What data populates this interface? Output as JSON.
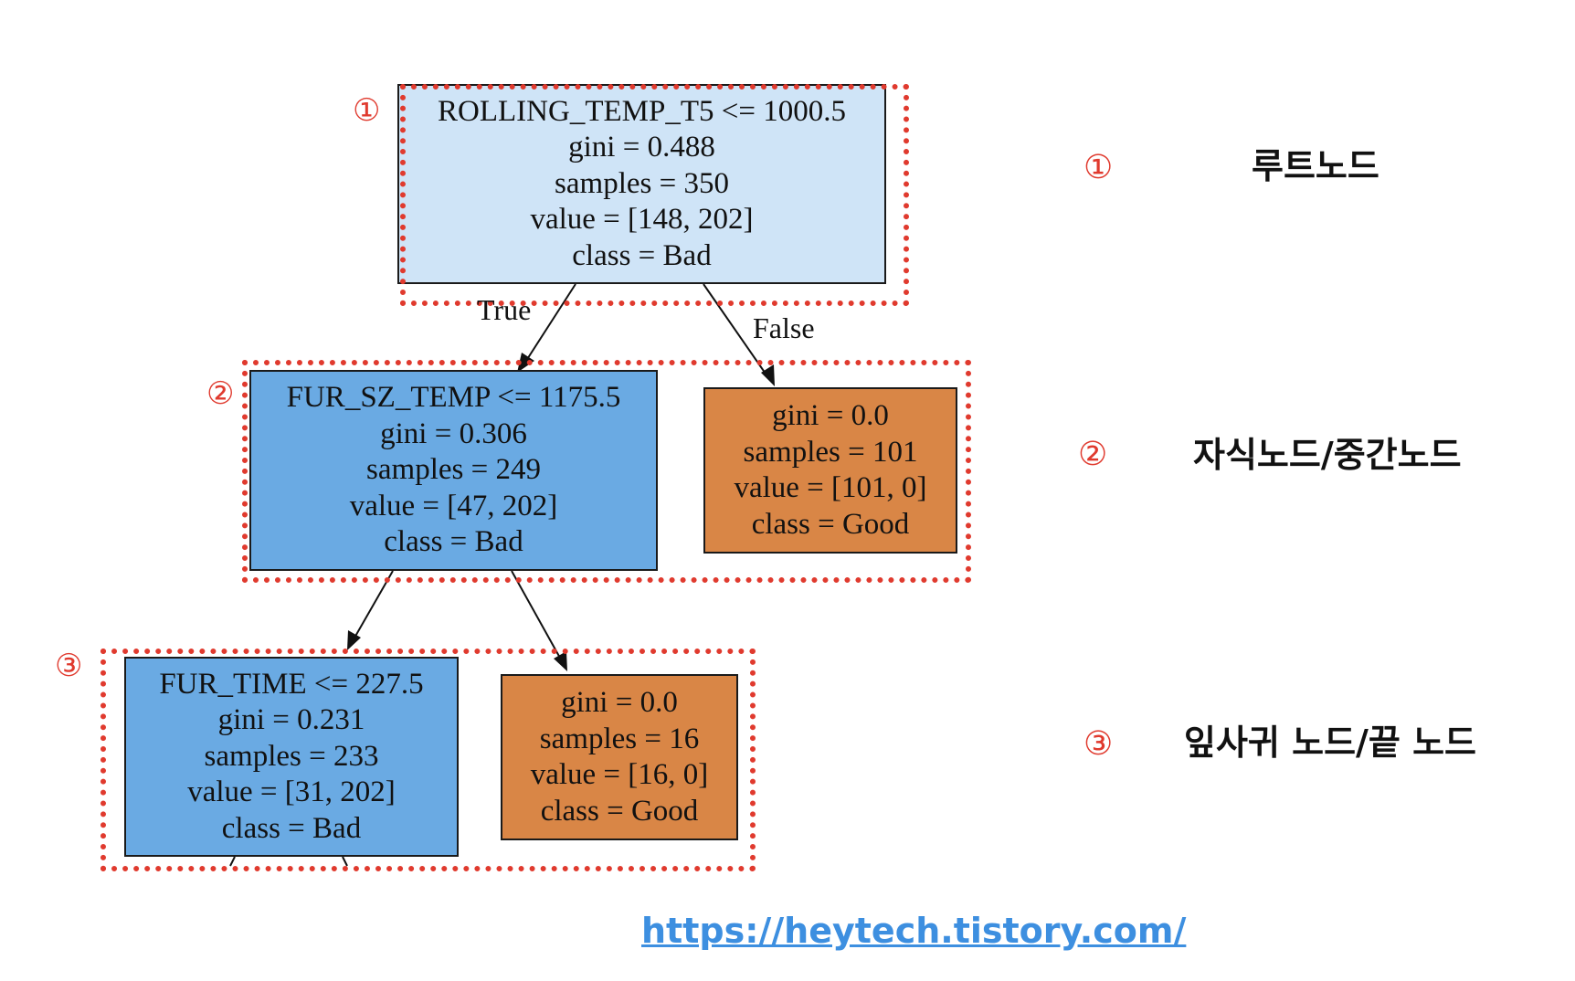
{
  "colors": {
    "light_blue": "#cfe4f7",
    "blue": "#6aaae3",
    "orange": "#d98646",
    "frame_red": "#e03a2e",
    "link_blue": "#3d8fe0"
  },
  "nodes": {
    "root": {
      "lines": [
        "ROLLING_TEMP_T5 <= 1000.5",
        "gini = 0.488",
        "samples = 350",
        "value = [148, 202]",
        "class = Bad"
      ]
    },
    "mid_left": {
      "lines": [
        "FUR_SZ_TEMP <= 1175.5",
        "gini = 0.306",
        "samples = 249",
        "value = [47, 202]",
        "class = Bad"
      ]
    },
    "mid_right": {
      "lines": [
        "gini = 0.0",
        "samples = 101",
        "value = [101, 0]",
        "class = Good"
      ]
    },
    "leaf_left": {
      "lines": [
        "FUR_TIME <= 227.5",
        "gini = 0.231",
        "samples = 233",
        "value = [31, 202]",
        "class = Bad"
      ]
    },
    "leaf_right": {
      "lines": [
        "gini = 0.0",
        "samples = 16",
        "value = [16, 0]",
        "class = Good"
      ]
    }
  },
  "edge_labels": {
    "true_label": "True",
    "false_label": "False"
  },
  "markers": {
    "m1": "①",
    "m2": "②",
    "m3": "③"
  },
  "legend": [
    {
      "num": "①",
      "label": "루트노드"
    },
    {
      "num": "②",
      "label": "자식노드/중간노드"
    },
    {
      "num": "③",
      "label": "잎사귀 노드/끝 노드"
    }
  ],
  "footer": {
    "url": "https://heytech.tistory.com/"
  }
}
